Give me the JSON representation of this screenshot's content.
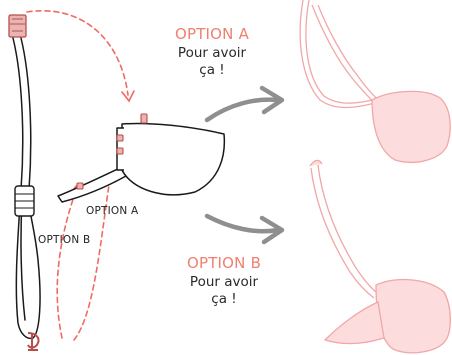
{
  "option_a": {
    "title": "OPTION A",
    "line1": "Pour avoir",
    "line2": "ça !"
  },
  "option_b": {
    "title": "OPTION B",
    "line1": "Pour avoir",
    "line2": "ça !"
  },
  "diagram_labels": {
    "option_a": "OPTION A",
    "option_b": "OPTION B"
  },
  "colors": {
    "accent": "#ef8070",
    "dash": "#f16a62",
    "cup_fill": "#fcdcdc",
    "cup_stroke": "#f2a7a7",
    "ink": "#1a1a1a",
    "arrow": "#8f8f8f",
    "hook": "#c97575"
  }
}
